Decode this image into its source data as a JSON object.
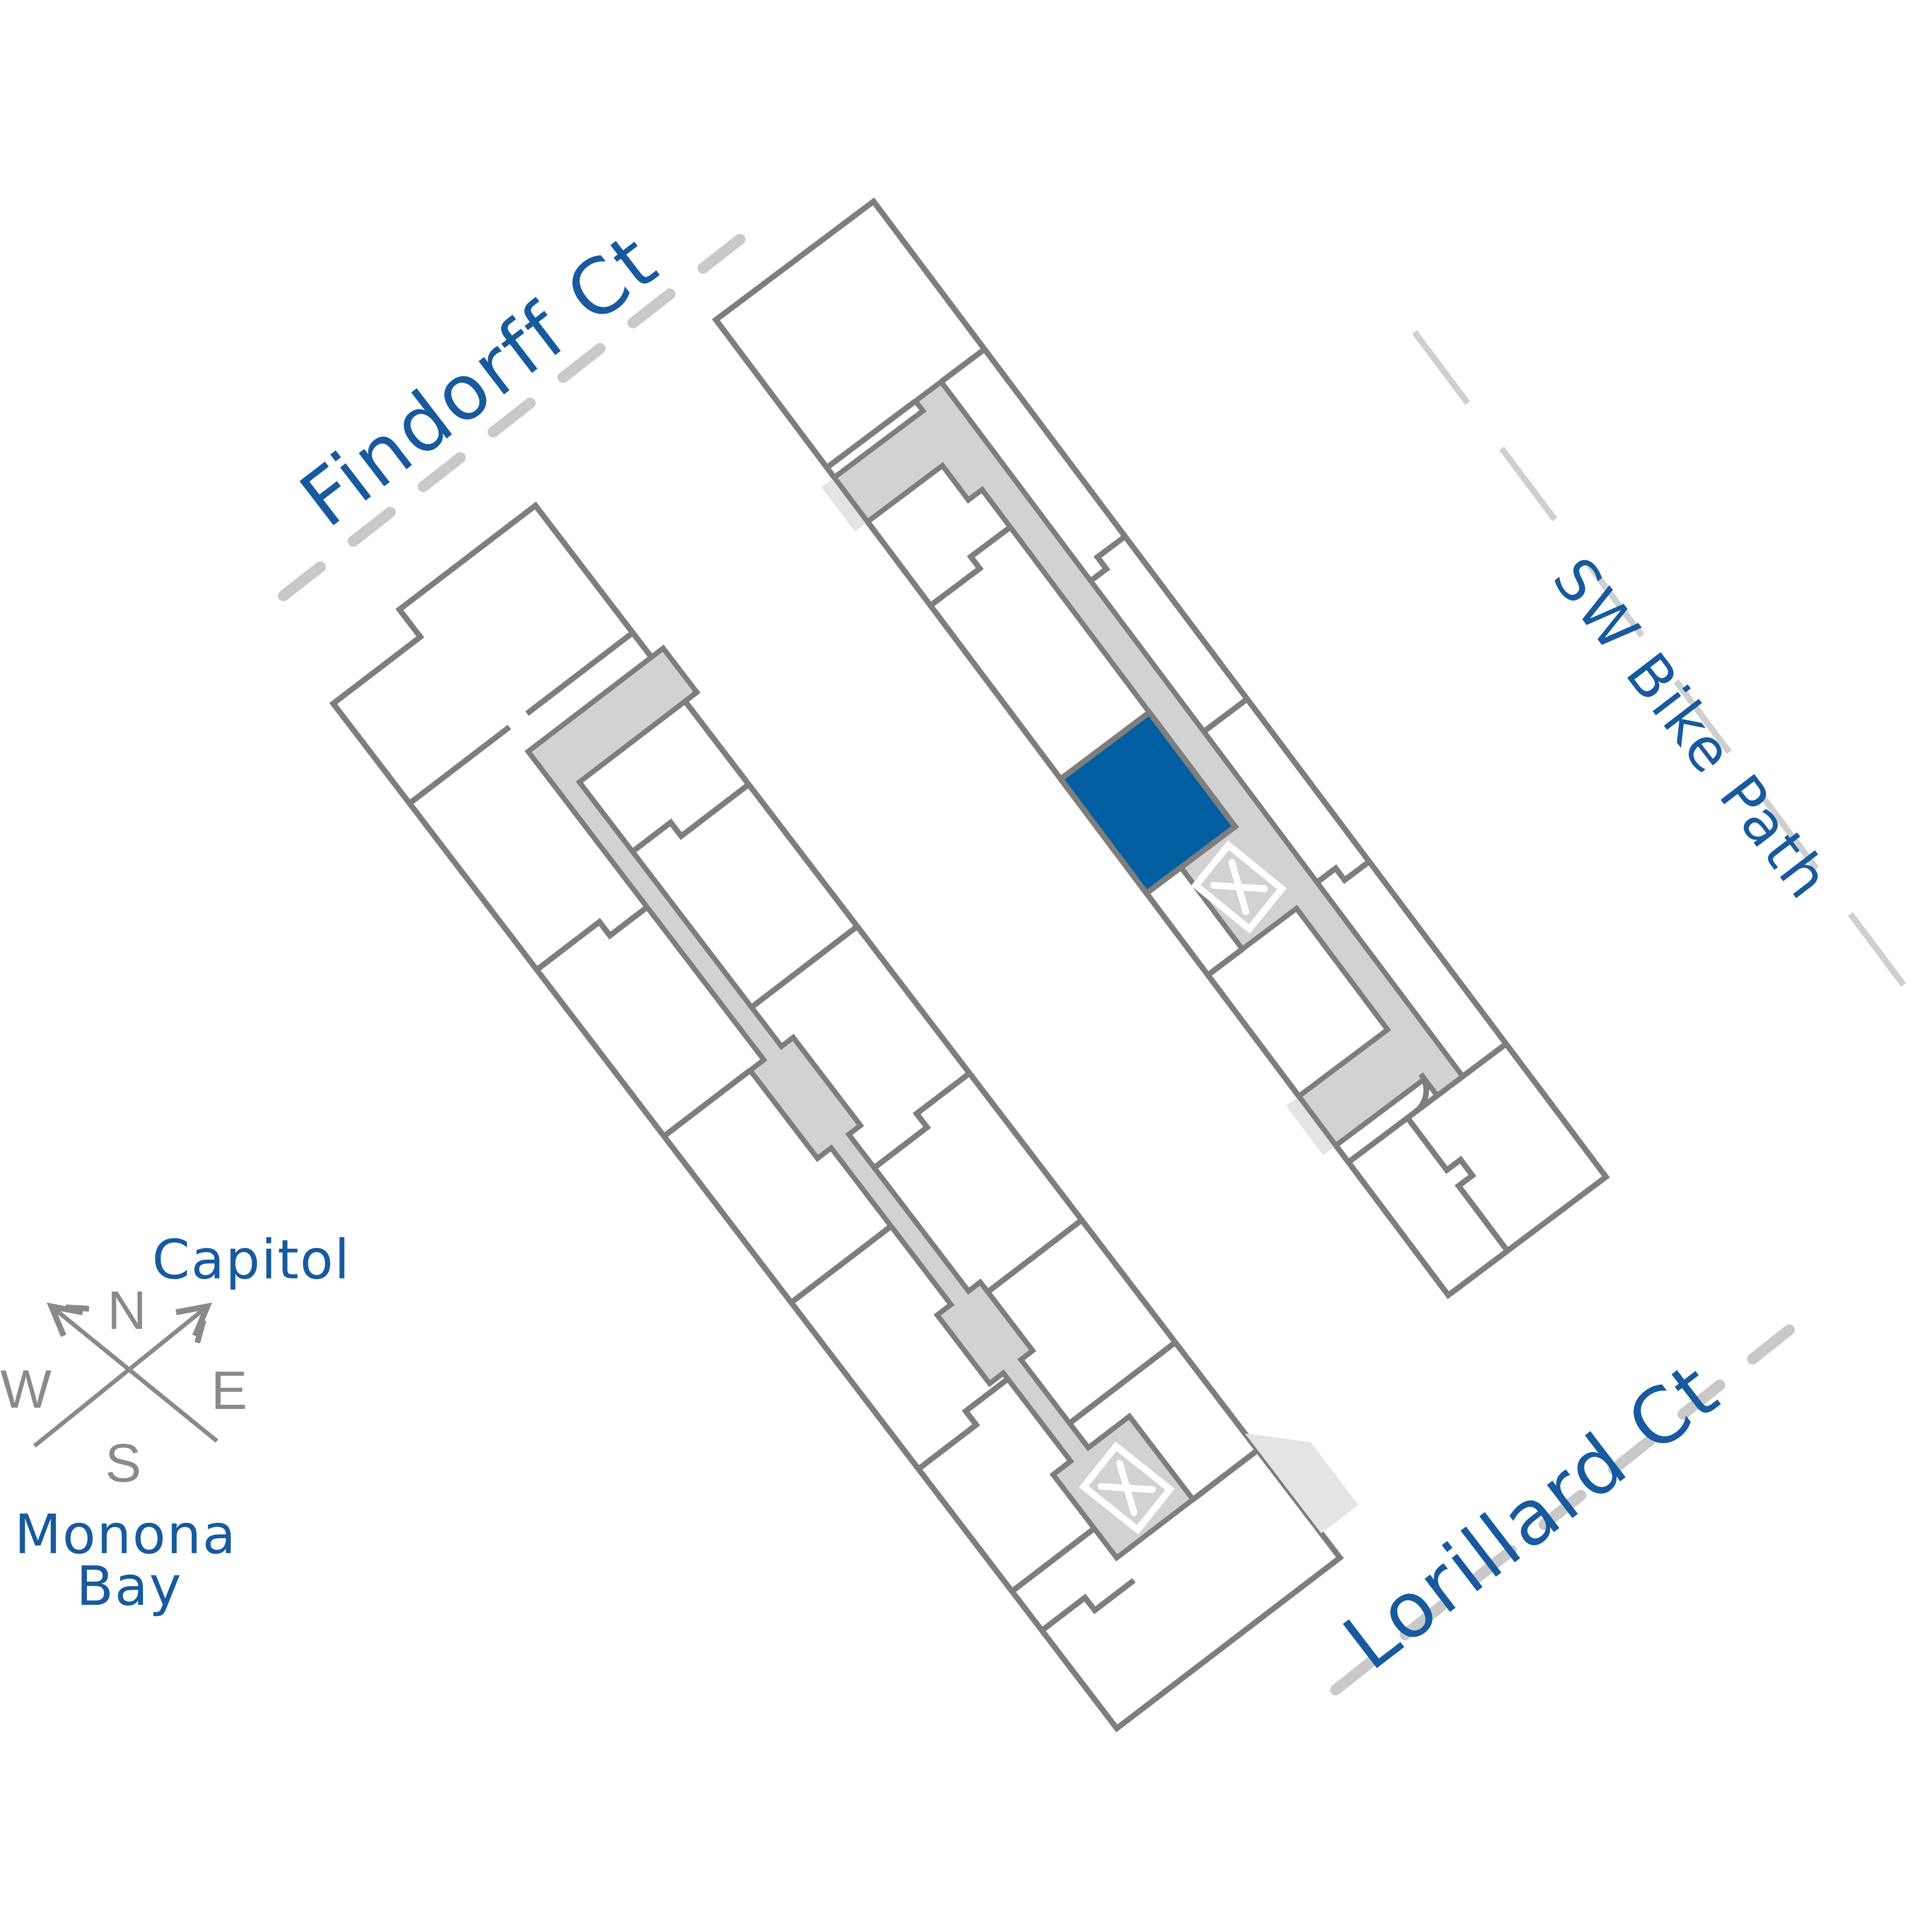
{
  "streets": [
    {
      "id": "findorff_ct",
      "label": "Findorff Ct"
    },
    {
      "id": "sw_bike_path",
      "label": "SW Bike Path"
    },
    {
      "id": "lorillard_ct",
      "label": "Lorillard Ct"
    }
  ],
  "compass": {
    "north": "N",
    "east": "E",
    "south": "S",
    "west": "W"
  },
  "places": {
    "northeast_label": "Capitol",
    "southwest_label_line1": "Monona",
    "southwest_label_line2": "Bay"
  },
  "icons": {
    "elevator": "x-in-box",
    "compass": "crossed-arrows"
  },
  "colors": {
    "label_blue": "#175A9E",
    "highlight_blue": "#005EA1",
    "wall_gray": "#7E7E7E",
    "corridor_gray": "#D2D2D2",
    "plaza_gray": "#E4E4E4",
    "street_dash_gray": "#C9C9C9",
    "bikepath_dash_gray": "#CFCFCF",
    "compass_gray": "#8A8A8A",
    "unit_white": "#FFFFFF",
    "background": "#FFFFFF"
  }
}
